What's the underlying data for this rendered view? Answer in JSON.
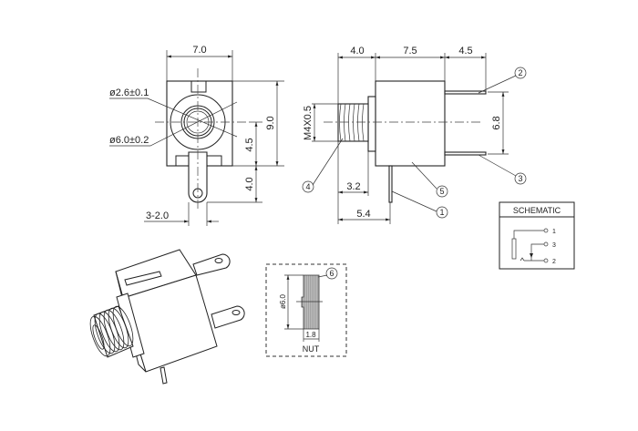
{
  "front_view": {
    "width_dim": "7.0",
    "height_dim": "9.0",
    "center_height_dim": "4.5",
    "pin_length_dim": "4.0",
    "pin_width_dim": "3-2.0",
    "inner_diameter": "ø2.6±0.1",
    "outer_diameter": "ø6.0±0.2"
  },
  "side_view": {
    "thread_length_dim": "4.0",
    "body_length_dim": "7.5",
    "pin_length_dim": "4.5",
    "pin_spacing_dim": "6.8",
    "thread_spec": "M4X0.5",
    "thread_dim": "3.2",
    "pin1_offset_dim": "5.4",
    "callouts": [
      "1",
      "2",
      "3",
      "4",
      "5"
    ]
  },
  "schematic": {
    "title": "SCHEMATIC",
    "pins": [
      "1",
      "3",
      "2"
    ]
  },
  "nut": {
    "diameter": "ø6.0",
    "thickness": "1.8",
    "label": "NUT",
    "callout": "6"
  }
}
